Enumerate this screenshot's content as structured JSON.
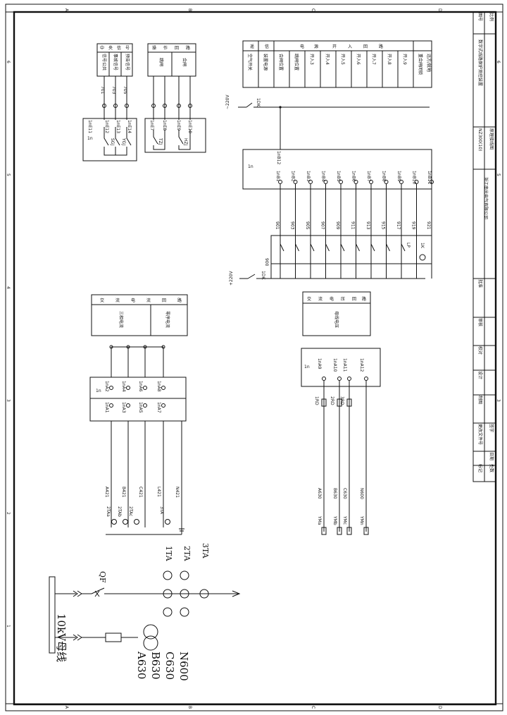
{
  "frame": {
    "columns": [
      "A",
      "B",
      "C",
      "D"
    ],
    "rows": [
      "1",
      "2",
      "3",
      "4",
      "5",
      "6"
    ]
  },
  "title_block": {
    "company": "浙江南光电气有限公司",
    "drawing_title": "数字式线路保护测控装置",
    "drawing_sub": "原理接线图",
    "drawing_no": "NZ300(10)",
    "header_cells": [
      "图号",
      "比例"
    ],
    "sign_rows": [
      "批准",
      "审核",
      "校对",
      "设计",
      "制图"
    ],
    "bottom_cells": [
      "标记",
      "处数",
      "更改文件号",
      "签字",
      "日期"
    ]
  },
  "signal_table": {
    "header": [
      "中",
      "央",
      "信",
      "号"
    ],
    "rows": [
      "信号公共",
      "事故信号",
      "预告信号"
    ],
    "wires": [
      "701",
      "703",
      "705"
    ],
    "terminals": [
      "1nE11",
      "1nE12",
      "1nE13",
      "1nE14"
    ],
    "contacts": [
      "SGJ",
      "YGJ"
    ]
  },
  "trip_table": {
    "header": [
      "操",
      "作",
      "回",
      "路"
    ],
    "rows": [
      "跳闸",
      "合闸"
    ],
    "terminals": [
      "1nE7",
      "1nE8",
      "1nE9",
      "1nE10"
    ],
    "contacts": [
      "TZJ",
      "HZJ"
    ]
  },
  "di_table": {
    "header": [
      "遥",
      "信",
      "电",
      "源",
      "开",
      "入",
      "回",
      "路"
    ],
    "rows": [
      "空气开关",
      "装置电源",
      "合闸位置",
      "跳闸位置",
      "开入3",
      "开入4",
      "开入5",
      "开入6",
      "开入7",
      "开入8",
      "开入9",
      "重合闸闭锁",
      "远方/就地"
    ]
  },
  "di_circuit": {
    "supply_top": "~220V",
    "supply_bottom": "+220V",
    "fuse_top": "1DK",
    "fuse_bottom": "1DK",
    "node_bottom": "900",
    "box_id": "1n",
    "terminals": [
      "1nB1",
      "1nB2",
      "1nB3",
      "1nB4",
      "1nB5",
      "1nB6",
      "1nB7",
      "1nB8",
      "1nB9",
      "1nB10",
      "1nB11"
    ],
    "top_terminal": "1nB12",
    "wires": [
      "901",
      "903",
      "905",
      "907",
      "909",
      "911",
      "913",
      "915",
      "917",
      "919",
      "921"
    ],
    "special": [
      "LP",
      "1K"
    ]
  },
  "ac_current_table": {
    "header": [
      "交",
      "流",
      "电",
      "流",
      "回",
      "路"
    ],
    "cells": [
      "三相电流",
      "零序电流"
    ]
  },
  "ac_voltage_table": {
    "header": [
      "交",
      "流",
      "电",
      "压",
      "回",
      "路"
    ],
    "cells": [
      "母线电压"
    ]
  },
  "ct_circuit": {
    "box_id": "1n",
    "terminals_top": [
      "1nA2",
      "1nA4",
      "1nA6",
      "1nA8"
    ],
    "terminals_bottom": [
      "1nA1",
      "1nA3",
      "1nA5",
      "1nA7"
    ],
    "wires": [
      "A421",
      "B421",
      "C421",
      "L421",
      "N421"
    ],
    "cts": [
      "2TAa",
      "2TAb",
      "2TAc",
      "3TA"
    ]
  },
  "vt_circuit": {
    "box_id": "1n",
    "terminals": [
      "1nA9",
      "1nA10",
      "1nA11",
      "1nA12"
    ],
    "fuses": [
      "1RD",
      "2RD",
      "3RD"
    ],
    "wires": [
      "A630",
      "B630",
      "C630",
      "N600"
    ],
    "buses": [
      "YMa",
      "YMb",
      "YMc",
      "YMn"
    ]
  },
  "primary": {
    "bus_label": "10kV母线",
    "breaker": "QF",
    "ct_labels": [
      "1TA",
      "2TA",
      "3TA"
    ],
    "vt_labels": [
      "A630",
      "B630",
      "C630",
      "N600"
    ]
  }
}
